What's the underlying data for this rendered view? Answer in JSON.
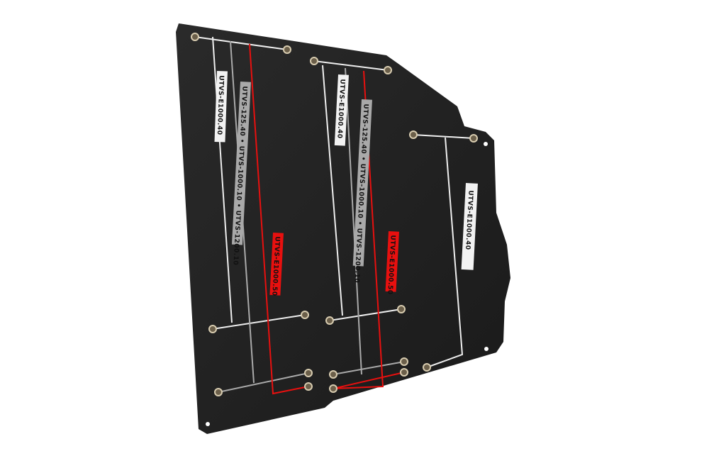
{
  "product": {
    "plate_color": "#1e1e1e",
    "labels": {
      "white": "UTVS-E1000.40",
      "gray": "UTVS-125.40 • UTVS-1000.10 • UTVS-1200.10",
      "red": "UTVS-E1000.50"
    },
    "colors": {
      "white": "#f2f2f2",
      "gray": "#a9a9a9",
      "red": "#e8100f"
    }
  }
}
